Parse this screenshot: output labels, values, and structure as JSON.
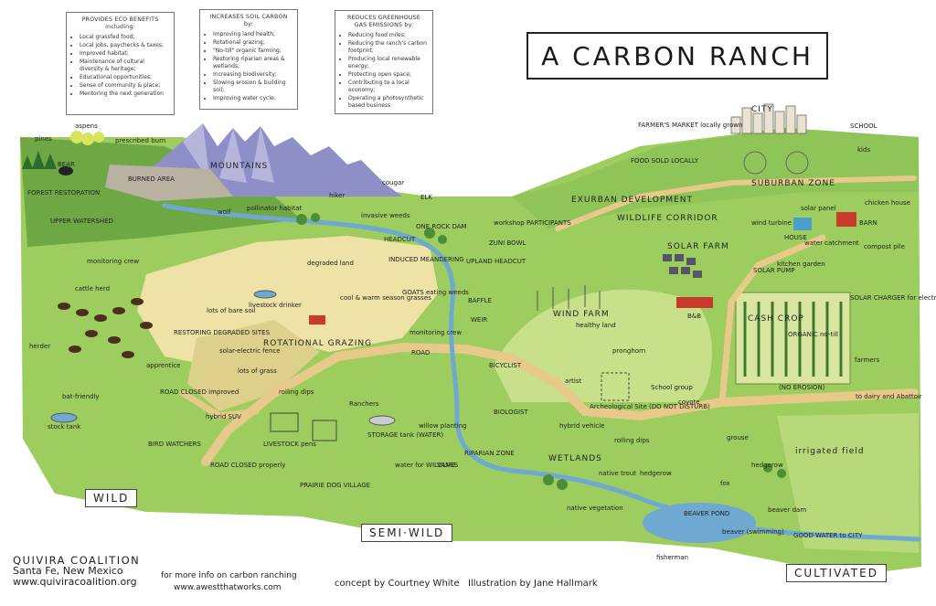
{
  "title": "A CARBON RANCH",
  "boxes": [
    {
      "heading": "PROVIDES ECO BENEFITS including:",
      "items": [
        "Local grassfed food;",
        "Local jobs, paychecks & taxes;",
        "Improved habitat;",
        "Maintenance of cultural diversity & heritage;",
        "Educational opportunities;",
        "Sense of community & place;",
        "Mentoring the next generation"
      ]
    },
    {
      "heading": "INCREASES SOIL CARBON by:",
      "items": [
        "Improving land health;",
        "Rotational grazing;",
        "\"No-till\" organic farming;",
        "Restoring riparian areas & wetlands;",
        "Increasing biodiversity;",
        "Slowing erosion & building soil;",
        "Improving water cycle."
      ]
    },
    {
      "heading": "REDUCES GREENHOUSE GAS EMISSIONS by:",
      "items": [
        "Reducing food miles;",
        "Reducing the ranch's carbon footprint;",
        "Producing local renewable energy;",
        "Protecting open space;",
        "Contributing to a local economy;",
        "Operating a photosynthetic based business"
      ]
    }
  ],
  "zones": {
    "wild": "WILD",
    "semi_wild": "SEMI·WILD",
    "cultivated": "CULTIVATED"
  },
  "labels": {
    "mountains": "MOUNTAINS",
    "burned_area": "BURNED AREA",
    "forest_restoration": "FOREST RESTORATION",
    "upper_watershed": "UPPER WATERSHED",
    "pines": "pines",
    "aspens": "aspens",
    "prescribed_burn": "prescribed burn",
    "bear": "BEAR",
    "hiker": "hiker",
    "cougar": "cougar",
    "elk": "ELK",
    "wolf": "wolf",
    "pollinator_habitat": "pollinator habitat",
    "invasive_weeds": "invasive weeds",
    "one_rock_dam": "ONE ROCK DAM",
    "headcut": "HEADCUT",
    "workshop_participants": "workshop PARTICIPANTS",
    "zuni_bowl": "ZUNI BOWL",
    "upland_headcut": "UPLAND HEADCUT",
    "monitoring_crew": "monitoring crew",
    "degraded_land": "degraded land",
    "induced_meandering": "INDUCED MEANDERING",
    "cattle_herd": "cattle herd",
    "lots_of_bare_soil": "lots of bare soil",
    "livestock_drinker": "livestock drinker",
    "cool_warm_season_grasses": "cool & warm season grasses",
    "goats_eating_weeds": "GOATS eating weeds",
    "monitoring_crew2": "monitoring crew",
    "baffle": "BAFFLE",
    "weir": "WEIR",
    "restoring_degraded_sites": "RESTORING DEGRADED SITES",
    "solar_electric_fence": "solar-electric fence",
    "rotational_grazing": "ROTATIONAL GRAZING",
    "lots_of_grass": "lots of grass",
    "herder": "herder",
    "apprentice": "apprentice",
    "road_closed_improved": "ROAD CLOSED improved",
    "road": "ROAD",
    "bicyclist": "BICYCLIST",
    "wind_farm": "WIND FARM",
    "healthy_land": "healthy land",
    "pronghorn": "pronghorn",
    "bat_friendly": "bat-friendly",
    "stock_tank": "stock tank",
    "rolling_dips": "rolling dips",
    "ranchers": "Ranchers",
    "biologist": "BIOLOGIST",
    "artist": "artist",
    "school_group": "School group",
    "coyote": "coyote",
    "archeological_site": "Archeological Site (DO NOT DISTURB)",
    "hybrid_suv": "hybrid SUV",
    "bird_watchers": "BIRD WATCHERS",
    "livestock_pens": "LIVESTOCK pens",
    "storage_tank": "STORAGE tank (WATER)",
    "willow_planting": "willow planting",
    "riparian_zone": "RIPARIAN ZONE",
    "road_closed_properly": "ROAD CLOSED properly",
    "water_for_wildlife": "water for WILDLIFE",
    "prairie_dog_village": "PRAIRIE DOG VILLAGE",
    "vanes": "VANES",
    "wetlands": "WETLANDS",
    "native_trout": "native trout",
    "native_vegetation": "native vegetation",
    "hybrid_vehicle": "hybrid vehicle",
    "rolling_dips2": "rolling dips",
    "hedgerow": "hedgerow",
    "grouse": "grouse",
    "hedgerow2": "hedgerow",
    "irrigated_field": "irrigated field",
    "fox": "fox",
    "beaver_pond": "BEAVER POND",
    "beaver_swimming": "beaver (swimming)",
    "beaver_dam": "beaver dam",
    "fisherman": "fisherman",
    "good_water_to_city": "GOOD WATER to CITY",
    "to_dairy": "to dairy and Abattoir",
    "no_erosion": "(NO EROSION)",
    "cash_crop": "CASH CROP",
    "organic_no_till": "ORGANIC no-till",
    "farmers": "farmers",
    "solar_charger": "SOLAR CHARGER for electric fence",
    "bnb": "B&B",
    "solar_farm": "SOLAR FARM",
    "solar_pump": "SOLAR PUMP",
    "kitchen_garden": "kitchen garden",
    "house": "HOUSE",
    "water_catchment": "water catchment",
    "compost_pile": "compost pile",
    "barn": "BARN",
    "solar_panel": "solar panel",
    "wind_turbine": "wind turbine",
    "wildlife_corridor": "WILDLIFE CORRIDOR",
    "exurban_development": "EXURBAN DEVELOPMENT",
    "suburban_zone": "SUBURBAN ZONE",
    "food_sold_locally": "FOOD SOLD LOCALLY",
    "farmers_market": "FARMER'S MARKET locally grown",
    "city": "CITY",
    "school": "SCHOOL",
    "kids": "kids",
    "chicken_house": "chicken house"
  },
  "footer": {
    "org_name": "QUIVIRA COALITION",
    "org_place": "Santa Fe, New Mexico",
    "org_site": "www.quiviracoalition.org",
    "more_info": "for more info on carbon ranching",
    "more_site": "www.awestthatworks.com",
    "concept": "concept by Courtney White",
    "illustration": "Illustration by Jane Hallmark"
  },
  "colors": {
    "grass": "#9ccd5e",
    "grass_light": "#c8e08a",
    "dry": "#eee2a6",
    "road": "#e7c98a",
    "water": "#6fa8d0",
    "mountain": "#8e8fc6"
  }
}
